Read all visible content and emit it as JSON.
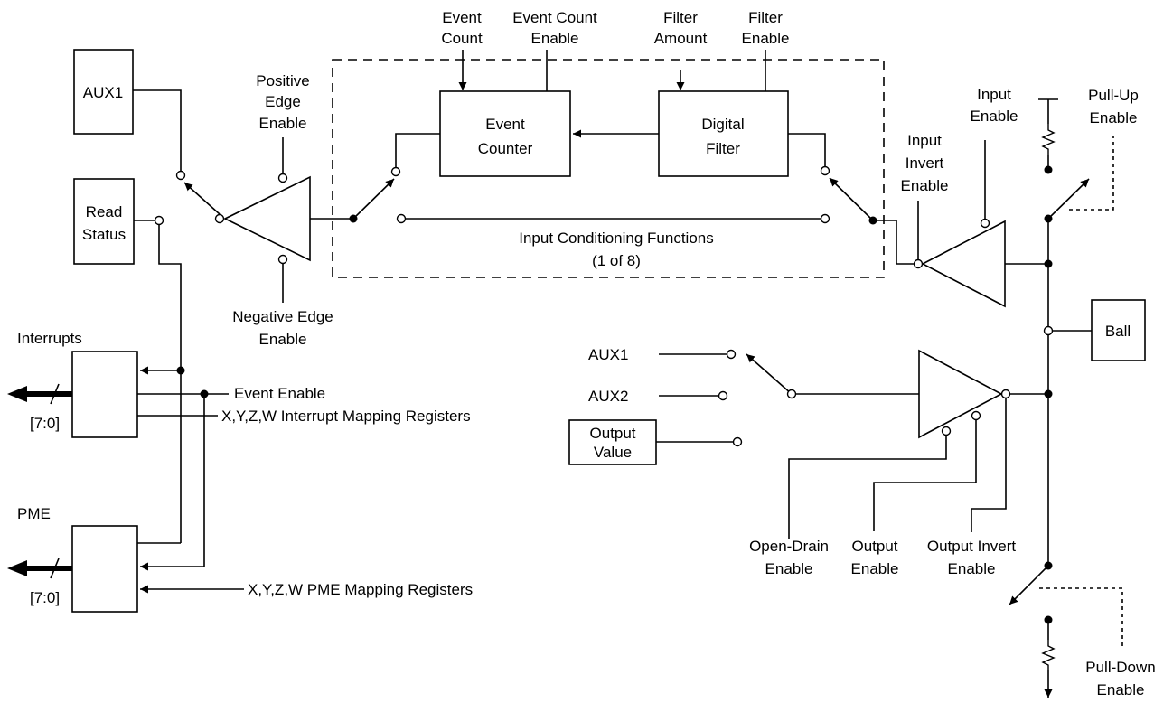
{
  "blocks": {
    "aux1": "AUX1",
    "read_status": [
      "Read",
      "Status"
    ],
    "event_counter": [
      "Event",
      "Counter"
    ],
    "digital_filter": [
      "Digital",
      "Filter"
    ],
    "output_value": [
      "Output",
      "Value"
    ],
    "ball": "Ball"
  },
  "labels": {
    "event_count": [
      "Event",
      "Count"
    ],
    "event_count_enable": [
      "Event Count",
      "Enable"
    ],
    "filter_amount": [
      "Filter",
      "Amount"
    ],
    "filter_enable": [
      "Filter",
      "Enable"
    ],
    "positive_edge_enable": [
      "Positive",
      "Edge",
      "Enable"
    ],
    "negative_edge_enable": [
      "Negative Edge",
      "Enable"
    ],
    "input_conditioning": [
      "Input Conditioning Functions",
      "(1 of 8)"
    ],
    "input_enable": [
      "Input",
      "Enable"
    ],
    "input_invert_enable": [
      "Input",
      "Invert",
      "Enable"
    ],
    "pull_up_enable": [
      "Pull-Up",
      "Enable"
    ],
    "pull_down_enable": [
      "Pull-Down",
      "Enable"
    ],
    "interrupts": "Interrupts",
    "pme": "PME",
    "bus_width_1": "[7:0]",
    "bus_width_2": "[7:0]",
    "event_enable": "Event Enable",
    "interrupt_mapping": "X,Y,Z,W Interrupt Mapping Registers",
    "pme_mapping": "X,Y,Z,W PME Mapping Registers",
    "aux1_in": "AUX1",
    "aux2_in": "AUX2",
    "open_drain_enable": [
      "Open-Drain",
      "Enable"
    ],
    "output_enable": [
      "Output",
      "Enable"
    ],
    "output_invert_enable": [
      "Output Invert",
      "Enable"
    ]
  }
}
